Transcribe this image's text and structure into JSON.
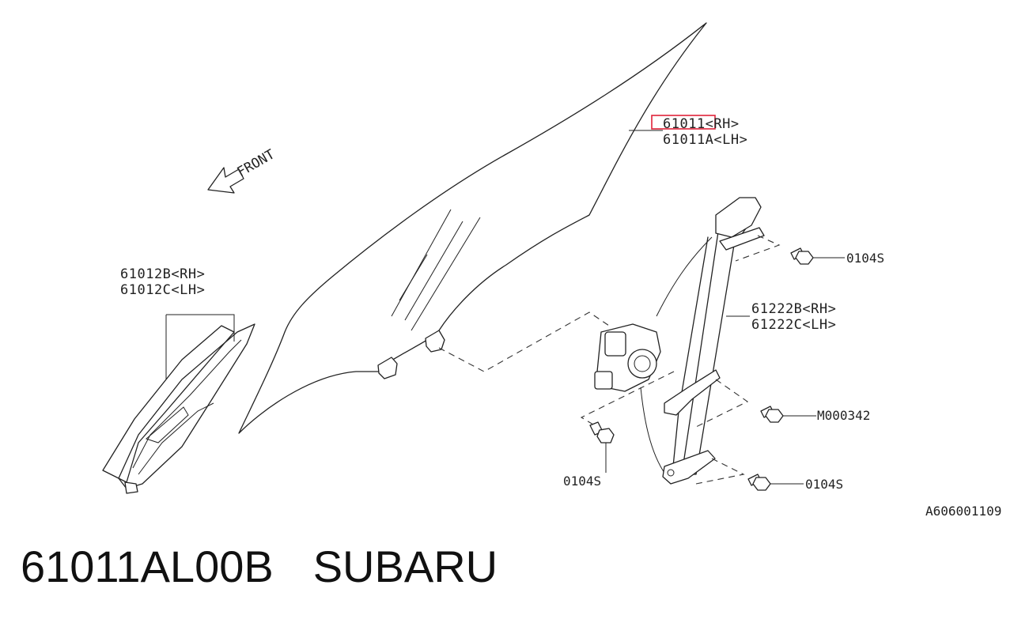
{
  "front_label": "FRONT",
  "labels": {
    "glass_rh": "61011<RH>",
    "glass_lh": "61011A<LH>",
    "quarter_rh": "61012B<RH>",
    "quarter_lh": "61012C<LH>",
    "regulator_rh": "61222B<RH>",
    "regulator_lh": "61222C<LH>",
    "bolt_top": "0104S",
    "bolt_mid": "M000342",
    "bolt_bottom_right": "0104S",
    "bolt_bottom_left": "0104S"
  },
  "diagram_code": "A606001109",
  "caption": {
    "part_number": "61011AL00B",
    "brand": "SUBARU"
  },
  "colors": {
    "highlight": "#e0233a",
    "line": "#222222"
  }
}
